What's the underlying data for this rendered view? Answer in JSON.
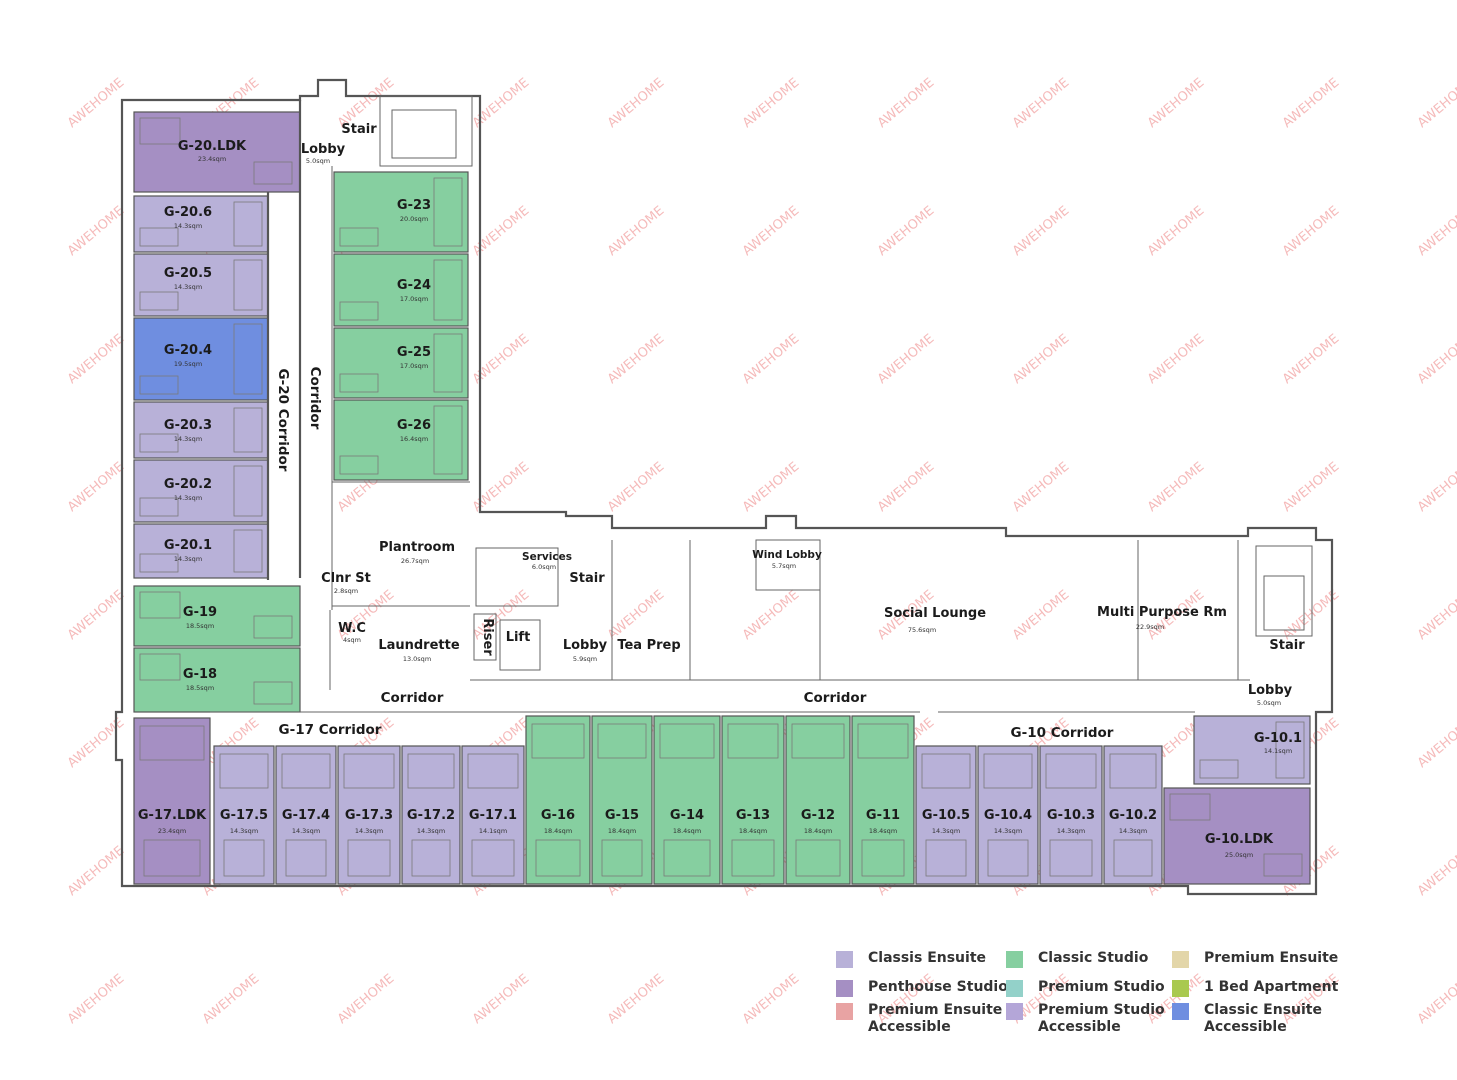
{
  "watermark": "AWEHOME",
  "colors": {
    "classis_ensuite": "#b8b1d8",
    "penthouse": "#a58fc3",
    "classic_studio": "#86cfa0",
    "classic_ensuite_accessible": "#6f8ee0",
    "premium_ensuite": "#e3d6a9",
    "premium_ensuite_accessible": "#e8a3a3",
    "premium_studio": "#93d1c9",
    "premium_studio_accessible": "#b4a6d8",
    "one_bed_apartment": "#a9c94f",
    "wall": "#555555"
  },
  "rooms": [
    {
      "id": "G-20.LDK",
      "label": "G-20.LDK",
      "area": "23.4sqm",
      "type": "penthouse"
    },
    {
      "id": "G-20.6",
      "label": "G-20.6",
      "area": "14.3sqm",
      "type": "classis_ensuite"
    },
    {
      "id": "G-20.5",
      "label": "G-20.5",
      "area": "14.3sqm",
      "type": "classis_ensuite"
    },
    {
      "id": "G-20.4",
      "label": "G-20.4",
      "area": "19.5sqm",
      "type": "classic_ensuite_accessible"
    },
    {
      "id": "G-20.3",
      "label": "G-20.3",
      "area": "14.3sqm",
      "type": "classis_ensuite"
    },
    {
      "id": "G-20.2",
      "label": "G-20.2",
      "area": "14.3sqm",
      "type": "classis_ensuite"
    },
    {
      "id": "G-20.1",
      "label": "G-20.1",
      "area": "14.3sqm",
      "type": "classis_ensuite"
    },
    {
      "id": "G-19",
      "label": "G-19",
      "area": "18.5sqm",
      "type": "classic_studio"
    },
    {
      "id": "G-18",
      "label": "G-18",
      "area": "18.5sqm",
      "type": "classic_studio"
    },
    {
      "id": "G-23",
      "label": "G-23",
      "area": "20.0sqm",
      "type": "classic_studio"
    },
    {
      "id": "G-24",
      "label": "G-24",
      "area": "17.0sqm",
      "type": "classic_studio"
    },
    {
      "id": "G-25",
      "label": "G-25",
      "area": "17.0sqm",
      "type": "classic_studio"
    },
    {
      "id": "G-26",
      "label": "G-26",
      "area": "16.4sqm",
      "type": "classic_studio"
    },
    {
      "id": "G-17.LDK",
      "label": "G-17.LDK",
      "area": "23.4sqm",
      "type": "penthouse"
    },
    {
      "id": "G-17.5",
      "label": "G-17.5",
      "area": "14.3sqm",
      "type": "classis_ensuite"
    },
    {
      "id": "G-17.4",
      "label": "G-17.4",
      "area": "14.3sqm",
      "type": "classis_ensuite"
    },
    {
      "id": "G-17.3",
      "label": "G-17.3",
      "area": "14.3sqm",
      "type": "classis_ensuite"
    },
    {
      "id": "G-17.2",
      "label": "G-17.2",
      "area": "14.3sqm",
      "type": "classis_ensuite"
    },
    {
      "id": "G-17.1",
      "label": "G-17.1",
      "area": "14.1sqm",
      "type": "classis_ensuite"
    },
    {
      "id": "G-16",
      "label": "G-16",
      "area": "18.4sqm",
      "type": "classic_studio"
    },
    {
      "id": "G-15",
      "label": "G-15",
      "area": "18.4sqm",
      "type": "classic_studio"
    },
    {
      "id": "G-14",
      "label": "G-14",
      "area": "18.4sqm",
      "type": "classic_studio"
    },
    {
      "id": "G-13",
      "label": "G-13",
      "area": "18.4sqm",
      "type": "classic_studio"
    },
    {
      "id": "G-12",
      "label": "G-12",
      "area": "18.4sqm",
      "type": "classic_studio"
    },
    {
      "id": "G-11",
      "label": "G-11",
      "area": "18.4sqm",
      "type": "classic_studio"
    },
    {
      "id": "G-10.5",
      "label": "G-10.5",
      "area": "14.3sqm",
      "type": "classis_ensuite"
    },
    {
      "id": "G-10.4",
      "label": "G-10.4",
      "area": "14.3sqm",
      "type": "classis_ensuite"
    },
    {
      "id": "G-10.3",
      "label": "G-10.3",
      "area": "14.3sqm",
      "type": "classis_ensuite"
    },
    {
      "id": "G-10.2",
      "label": "G-10.2",
      "area": "14.3sqm",
      "type": "classis_ensuite"
    },
    {
      "id": "G-10.1",
      "label": "G-10.1",
      "area": "14.1sqm",
      "type": "classis_ensuite"
    },
    {
      "id": "G-10.LDK",
      "label": "G-10.LDK",
      "area": "25.0sqm",
      "type": "penthouse"
    }
  ],
  "spaces": [
    {
      "id": "stair-top",
      "label": "Stair",
      "area": ""
    },
    {
      "id": "lobby-top",
      "label": "Lobby",
      "area": "5.0sqm"
    },
    {
      "id": "plantroom",
      "label": "Plantroom",
      "area": "26.7sqm"
    },
    {
      "id": "clnr-st",
      "label": "Clnr St",
      "area": "2.8sqm"
    },
    {
      "id": "wc",
      "label": "W.C",
      "area": "4sqm"
    },
    {
      "id": "laundrette",
      "label": "Laundrette",
      "area": "13.0sqm"
    },
    {
      "id": "riser",
      "label": "Riser",
      "area": ""
    },
    {
      "id": "lift",
      "label": "Lift",
      "area": ""
    },
    {
      "id": "services",
      "label": "Services",
      "area": "6.0sqm"
    },
    {
      "id": "stair-mid",
      "label": "Stair",
      "area": ""
    },
    {
      "id": "lobby-mid",
      "label": "Lobby",
      "area": "5.9sqm"
    },
    {
      "id": "tea-prep",
      "label": "Tea Prep",
      "area": ""
    },
    {
      "id": "wind-lobby",
      "label": "Wind Lobby",
      "area": "5.7sqm"
    },
    {
      "id": "social-lounge",
      "label": "Social Lounge",
      "area": "75.6sqm"
    },
    {
      "id": "multi-purpose",
      "label": "Multi Purpose Rm",
      "area": "22.9sqm"
    },
    {
      "id": "stair-right",
      "label": "Stair",
      "area": ""
    },
    {
      "id": "lobby-right",
      "label": "Lobby",
      "area": "5.0sqm"
    }
  ],
  "corridors": [
    {
      "id": "g20-corridor",
      "label": "G-20 Corridor"
    },
    {
      "id": "corridor-vertical",
      "label": "Corridor"
    },
    {
      "id": "corridor-laundrette",
      "label": "Corridor"
    },
    {
      "id": "corridor-main",
      "label": "Corridor"
    },
    {
      "id": "g17-corridor",
      "label": "G-17 Corridor"
    },
    {
      "id": "g10-corridor",
      "label": "G-10 Corridor"
    }
  ],
  "legend": [
    {
      "label": "Classis Ensuite",
      "color": "#b8b1d8"
    },
    {
      "label": "Classic Studio",
      "color": "#86cfa0"
    },
    {
      "label": "Premium Ensuite",
      "color": "#e3d6a9"
    },
    {
      "label": "Penthouse Studio",
      "color": "#a58fc3"
    },
    {
      "label": "Premium Studio",
      "color": "#93d1c9"
    },
    {
      "label": "1 Bed Apartment",
      "color": "#a9c94f"
    },
    {
      "label": "Premium Ensuite\nAccessible",
      "color": "#e8a3a3"
    },
    {
      "label": "Premium Studio\nAccessible",
      "color": "#b4a6d8"
    },
    {
      "label": "Classic Ensuite\nAccessible",
      "color": "#6f8ee0"
    }
  ]
}
